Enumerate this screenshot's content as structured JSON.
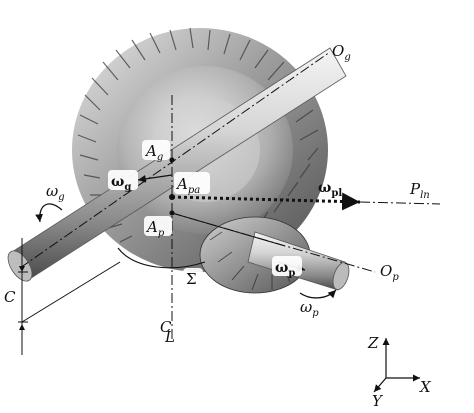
{
  "labels": {
    "Og": {
      "base": "O",
      "sub": "g"
    },
    "Ag": {
      "base": "A",
      "sub": "g"
    },
    "omega_g_vec": {
      "base": "ω",
      "sub": "g"
    },
    "Apa": {
      "base": "A",
      "sub": "pa"
    },
    "omega_pl": {
      "base": "ω",
      "sub": "pl"
    },
    "Pln": {
      "base": "P",
      "sub": "ln"
    },
    "omega_g": {
      "base": "ω",
      "sub": "g"
    },
    "Ap": {
      "base": "A",
      "sub": "p"
    },
    "omega_p_vec": {
      "base": "ω",
      "sub": "p"
    },
    "Op": {
      "base": "O",
      "sub": "p"
    },
    "Sigma": "Σ",
    "C": "C",
    "CL_top": "C",
    "CL_bottom": "L",
    "omega_p": {
      "base": "ω",
      "sub": "p"
    },
    "Z": "Z",
    "X": "X",
    "Y": "Y"
  },
  "colors": {
    "steel_light": "#f2f2f2",
    "steel_mid": "#b9b9b9",
    "steel_dark": "#6e6e6e",
    "line": "#111111"
  }
}
